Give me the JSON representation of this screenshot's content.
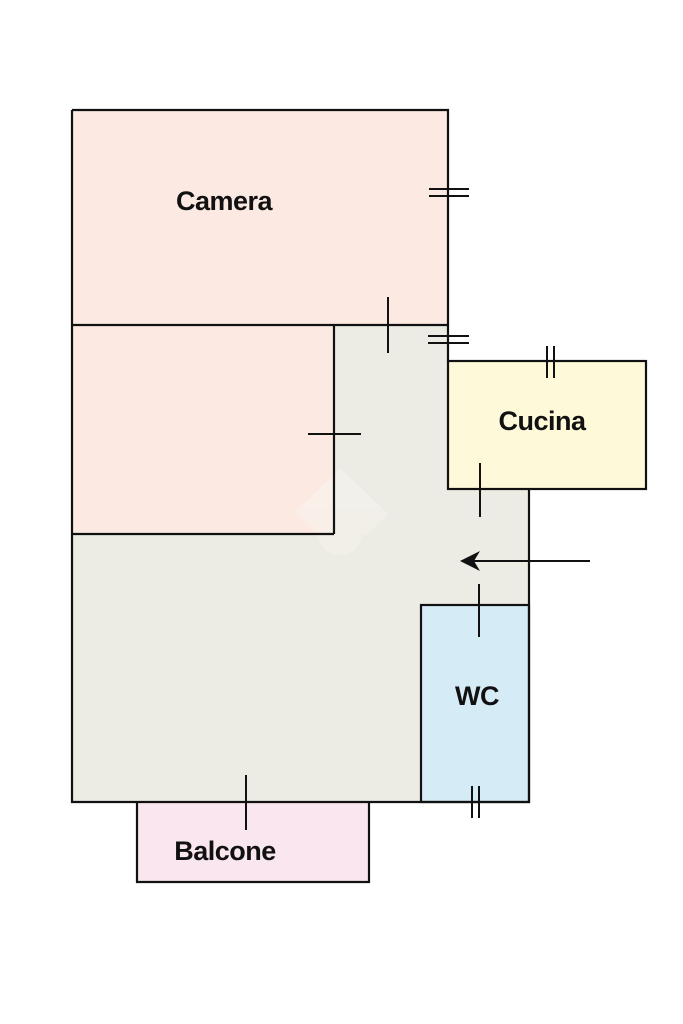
{
  "diagram": {
    "type": "floor_plan",
    "rooms": [
      {
        "id": "camera",
        "label": "Camera",
        "color": "#fce9e2"
      },
      {
        "id": "camera2",
        "label": "",
        "color": "#fce9e2"
      },
      {
        "id": "living",
        "label": "",
        "color": "#ecebe4"
      },
      {
        "id": "cucina",
        "label": "Cucina",
        "color": "#fdf9d9"
      },
      {
        "id": "wc",
        "label": "WC",
        "color": "#d5ebf6"
      },
      {
        "id": "balcone",
        "label": "Balcone",
        "color": "#f9e6ee"
      }
    ],
    "entrance_arrow": "arrow-left-icon",
    "watermark": "logo-watermark",
    "wall_color": "#111111"
  }
}
